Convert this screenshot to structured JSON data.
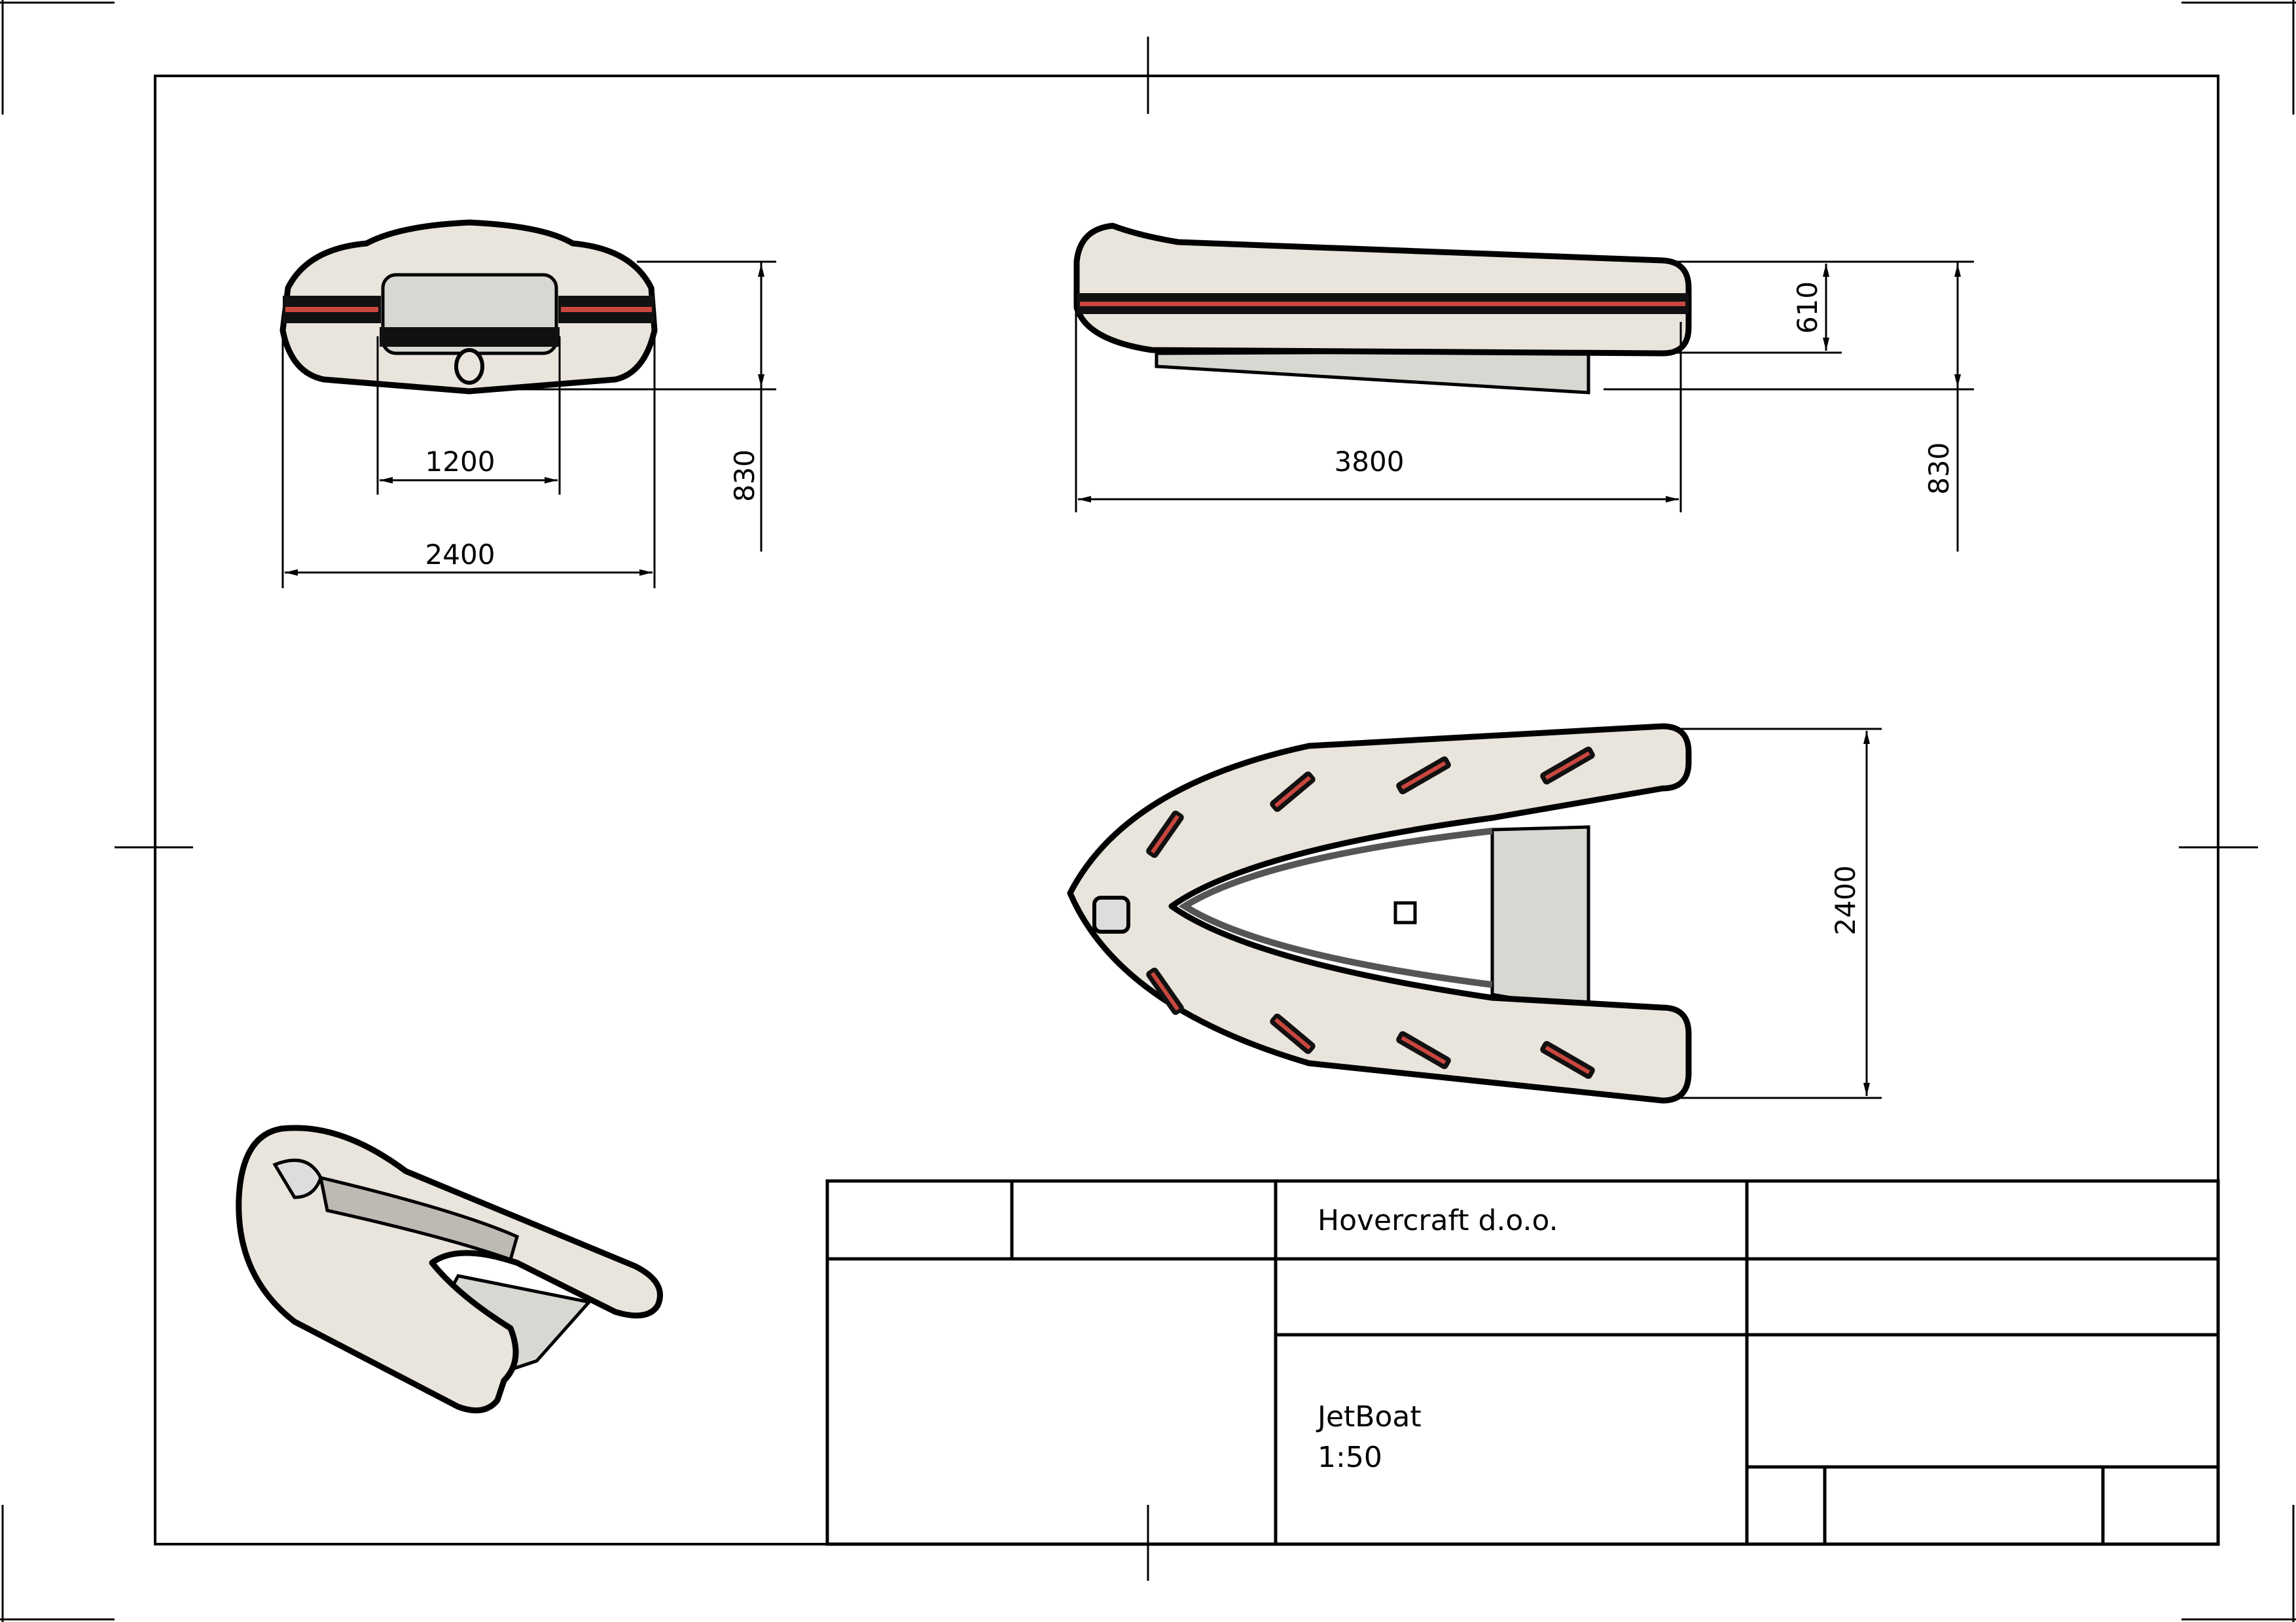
{
  "title_block": {
    "company": "Hovercraft d.o.o.",
    "drawing_name": "JetBoat",
    "scale": "1:50"
  },
  "views": {
    "front": {
      "dim_inner_width": "1200",
      "dim_total_width": "2400",
      "dim_height": "830"
    },
    "side": {
      "dim_length": "3800",
      "dim_tube_height": "610",
      "dim_height": "830"
    },
    "top": {
      "dim_width": "2400"
    }
  },
  "colors": {
    "hull": "#e9e5dc",
    "stripe": "#c9473f",
    "floor": "#d9d7d2"
  }
}
